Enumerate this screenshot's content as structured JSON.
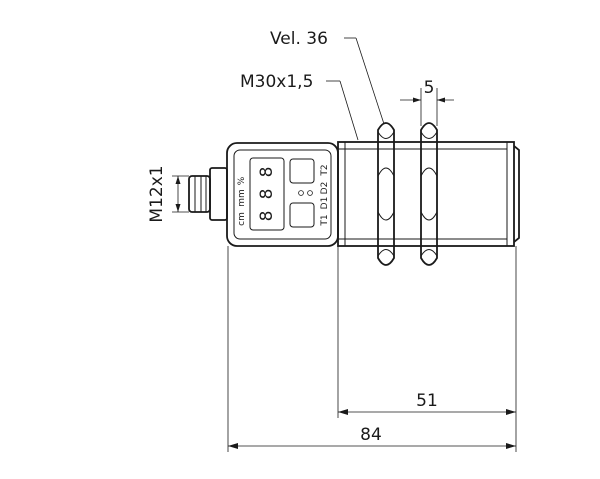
{
  "labels": {
    "nut_width": "Vel. 36",
    "thread": "M30x1,5",
    "connector_thread": "M12x1"
  },
  "dimensions": {
    "nut_thickness": "5",
    "thread_length": "51",
    "total_length": "84"
  },
  "display": {
    "digits": [
      "8",
      "8",
      "8"
    ],
    "unit_labels": [
      "%",
      "mm",
      "cm"
    ],
    "output_labels": [
      "T1",
      "D1",
      "D2",
      "T2"
    ]
  },
  "colors": {
    "line": "#1a1a1a",
    "background": "#ffffff"
  }
}
